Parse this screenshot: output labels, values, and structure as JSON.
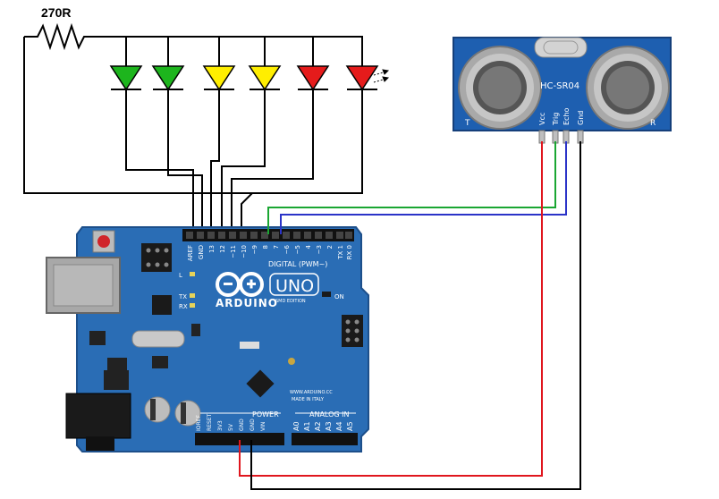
{
  "resistor": {
    "label": "270R"
  },
  "leds": [
    {
      "color": "#1db51d"
    },
    {
      "color": "#1db51d"
    },
    {
      "color": "#ffee00"
    },
    {
      "color": "#ffee00"
    },
    {
      "color": "#e51b1b"
    },
    {
      "color": "#e51b1b"
    }
  ],
  "sensor": {
    "model": "HC-SR04",
    "crystal": "",
    "pins": [
      "Vcc",
      "Trig",
      "Echo",
      "Gnd"
    ],
    "side_t": "T",
    "side_r": "R"
  },
  "arduino": {
    "logo_text": "ARDUINO",
    "model": "UNO",
    "edition": "SMD EDITION",
    "digital_label": "DIGITAL (PWM~)",
    "digital_pins": [
      "AREF",
      "GND",
      "13",
      "12",
      "~11",
      "~10",
      "~9",
      "8",
      "7",
      "~6",
      "~5",
      "4",
      "~3",
      "2",
      "TX 1",
      "RX 0"
    ],
    "tx_label": "TX",
    "rx_label": "RX",
    "on_label": "ON",
    "l_label": "L",
    "power_label": "POWER",
    "analog_label": "ANALOG IN",
    "power_pins": [
      "IOREF",
      "RESET",
      "3V3",
      "5V",
      "GND",
      "GND",
      "VIN"
    ],
    "analog_pins": [
      "A0",
      "A1",
      "A2",
      "A3",
      "A4",
      "A5"
    ],
    "website": "WWW.ARDUINO.CC",
    "made_in": "MADE IN ITALY"
  },
  "colors": {
    "board": "#2a6db5",
    "board_dark": "#1d4f8a",
    "wire_black": "#000000",
    "wire_red": "#e0161e",
    "wire_green": "#1aa632",
    "wire_blue": "#2b33c8",
    "sensor_blue": "#1e5fb0"
  }
}
